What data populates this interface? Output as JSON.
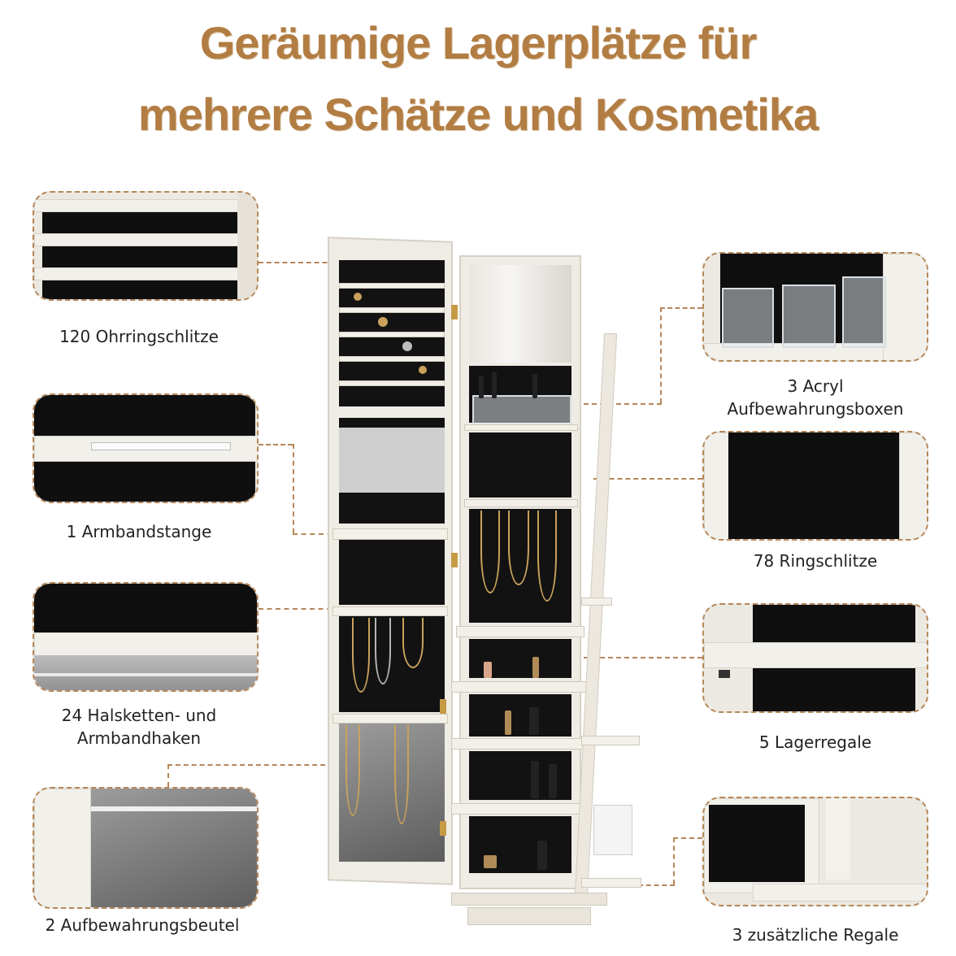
{
  "headline": {
    "line1": "Geräumige Lagerplätze für",
    "line2": "mehrere Schätze und Kosmetika"
  },
  "features_left": [
    {
      "label": "120 Ohrringschlitze"
    },
    {
      "label": "1 Armbandstange"
    },
    {
      "label": "24 Halsketten- und\nArmbandhaken"
    },
    {
      "label": "2 Aufbewahrungsbeutel"
    }
  ],
  "features_right": [
    {
      "label": "3 Acryl\nAufbewahrungsboxen"
    },
    {
      "label": "78 Ringschlitze"
    },
    {
      "label": "5 Lagerregale"
    },
    {
      "label": "3 zusätzliche Regale"
    }
  ],
  "colors": {
    "headline": "#b27d43",
    "accent_dash": "#b58759",
    "cabinet_white": "#efece5",
    "velvet_black": "#121212"
  }
}
